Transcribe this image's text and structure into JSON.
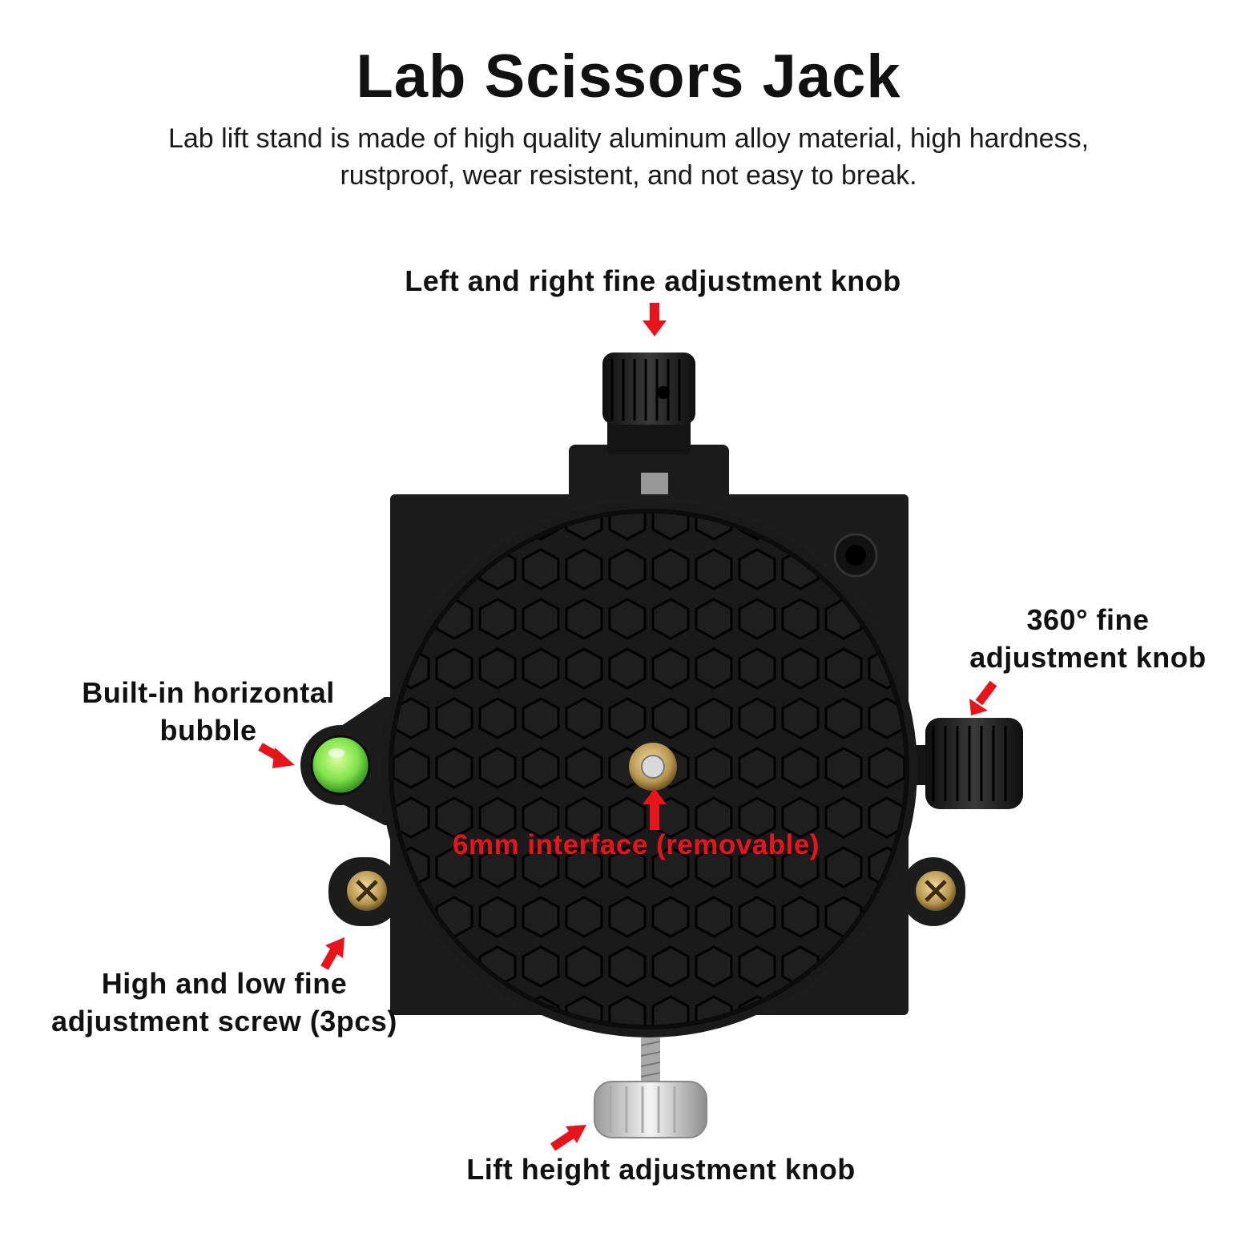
{
  "header": {
    "title": "Lab Scissors Jack",
    "description_line1": "Lab lift stand is made of high quality aluminum alloy material, high hardness,",
    "description_line2": "rustproof, wear resistent, and not easy to break."
  },
  "callouts": {
    "left_right_knob": "Left and right fine adjustment knob",
    "rotation_knob_line1": "360° fine",
    "rotation_knob_line2": "adjustment knob",
    "bubble_line1": "Built-in horizontal",
    "bubble_line2": "bubble",
    "interface": "6mm interface (removable)",
    "screw_line1": "High and low fine",
    "screw_line2": "adjustment screw (3pcs)",
    "lift_knob": "Lift height adjustment knob"
  },
  "colors": {
    "arrow": "#e8141c",
    "device_body": "#1c1c1c",
    "bubble": "#7fe34a",
    "brass": "#b8974f"
  },
  "icons": [
    "down-arrow-icon",
    "diagonal-arrow-icon",
    "up-arrow-icon"
  ]
}
